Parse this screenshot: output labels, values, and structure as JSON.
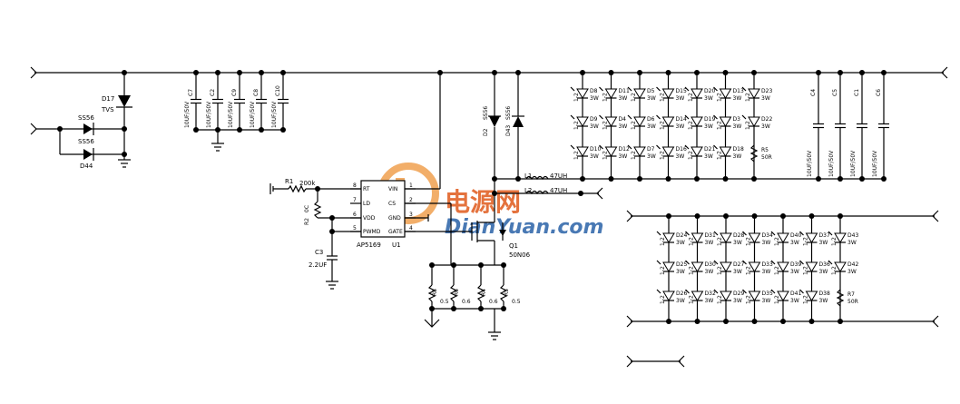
{
  "ic": {
    "name": "U1",
    "part": "AP5169",
    "left_pins": [
      {
        "num": "8",
        "label": "RT"
      },
      {
        "num": "7",
        "label": "LD"
      },
      {
        "num": "6",
        "label": "VDD"
      },
      {
        "num": "5",
        "label": "PWMD"
      }
    ],
    "right_pins": [
      {
        "num": "1",
        "label": "VIN"
      },
      {
        "num": "2",
        "label": "CS"
      },
      {
        "num": "3",
        "label": "GND"
      },
      {
        "num": "4",
        "label": "GATE"
      }
    ]
  },
  "input": {
    "tvs_ref": "D17",
    "tvs_type": "TVS",
    "d_ref": "D44",
    "d_type1": "SS56",
    "d_type2": "SS56"
  },
  "input_caps": [
    {
      "ref": "C7",
      "value": "10UF/50V"
    },
    {
      "ref": "C2",
      "value": "10UF/50V"
    },
    {
      "ref": "C9",
      "value": "10UF/50V"
    },
    {
      "ref": "C8",
      "value": "10UF/50V"
    },
    {
      "ref": "C10",
      "value": "10UF/50V"
    }
  ],
  "output_caps": [
    {
      "ref": "C4",
      "value": "10UF/50V"
    },
    {
      "ref": "C5",
      "value": "10UF/50V"
    },
    {
      "ref": "C1",
      "value": "10UF/50V"
    },
    {
      "ref": "C6",
      "value": "10UF/50V"
    }
  ],
  "rt": {
    "ref": "R1",
    "value": "200k"
  },
  "r2": {
    "ref": "R2",
    "value": "0C"
  },
  "c3": {
    "ref": "C3",
    "value": "2.2UF"
  },
  "mosfet": {
    "ref": "Q1",
    "part": "50N06"
  },
  "sense_resistors": [
    {
      "ref": "R8",
      "value": "0.5"
    },
    {
      "ref": "R6",
      "value": "0.6"
    },
    {
      "ref": "R4",
      "value": "0.6"
    },
    {
      "ref": "R3",
      "value": "0.5"
    }
  ],
  "diodes": {
    "d2": "D2",
    "d2_type": "SS56",
    "d43": "D43",
    "d43_type": "SS56"
  },
  "inductors": [
    {
      "ref": "L1",
      "value": "47UH"
    },
    {
      "ref": "L2",
      "value": "47UH"
    }
  ],
  "led_grid1": {
    "rows": [
      [
        "D8",
        "D11",
        "D5",
        "D15",
        "D20",
        "D13",
        "D23"
      ],
      [
        "D9",
        "D4",
        "D6",
        "D14",
        "D19",
        "D3",
        "D22"
      ],
      [
        "D10",
        "D12",
        "D7",
        "D16",
        "D21",
        "D18"
      ]
    ],
    "power": "3W",
    "resistor": {
      "ref": "R5",
      "value": "50R"
    }
  },
  "led_grid2": {
    "rows": [
      [
        "D24",
        "D31",
        "D28",
        "D34",
        "D40",
        "D37",
        "D43"
      ],
      [
        "D25",
        "D30",
        "D27",
        "D33",
        "D39",
        "D36",
        "D42"
      ],
      [
        "D26",
        "D32",
        "D29",
        "D35",
        "D41",
        "D38"
      ]
    ],
    "power": "3W",
    "resistor": {
      "ref": "R7",
      "value": "50R"
    }
  },
  "pin_glyph": "1-2",
  "watermark": {
    "cn": "电源网",
    "en": "DianYuan.com"
  }
}
